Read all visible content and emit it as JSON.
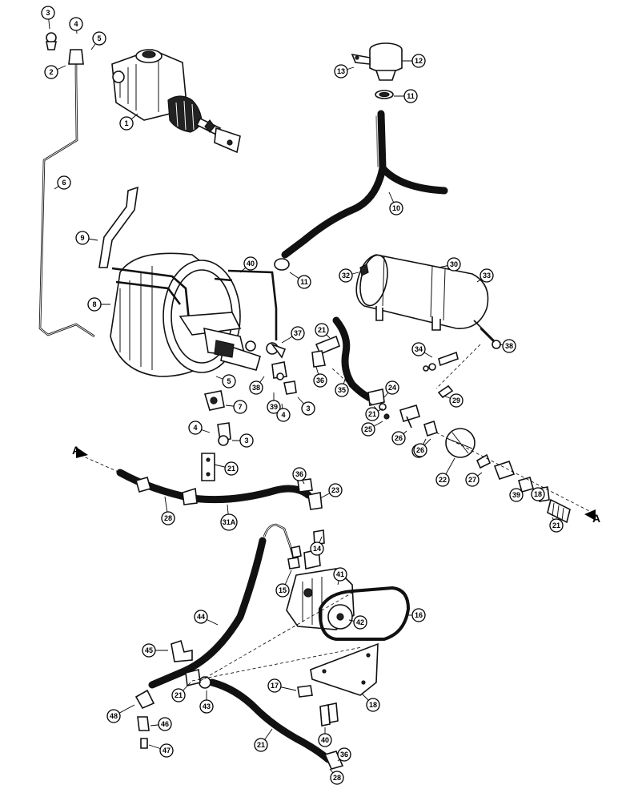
{
  "section_labels": [
    "A",
    "A"
  ],
  "callouts": [
    "3",
    "4",
    "5",
    "2",
    "1",
    "6",
    "9",
    "8",
    "13",
    "12",
    "11",
    "10",
    "40",
    "11",
    "32",
    "30",
    "33",
    "37",
    "21",
    "35",
    "36",
    "38",
    "39",
    "4",
    "3",
    "5",
    "7",
    "4",
    "3",
    "34",
    "38",
    "29",
    "24",
    "21",
    "25",
    "26",
    "27",
    "22",
    "21",
    "36",
    "23",
    "28",
    "31A",
    "14",
    "41",
    "15",
    "16",
    "42",
    "44",
    "45",
    "48",
    "46",
    "47",
    "21",
    "43",
    "17",
    "18",
    "40",
    "21",
    "36",
    "28",
    "21",
    "18",
    "39",
    "27",
    "26"
  ]
}
